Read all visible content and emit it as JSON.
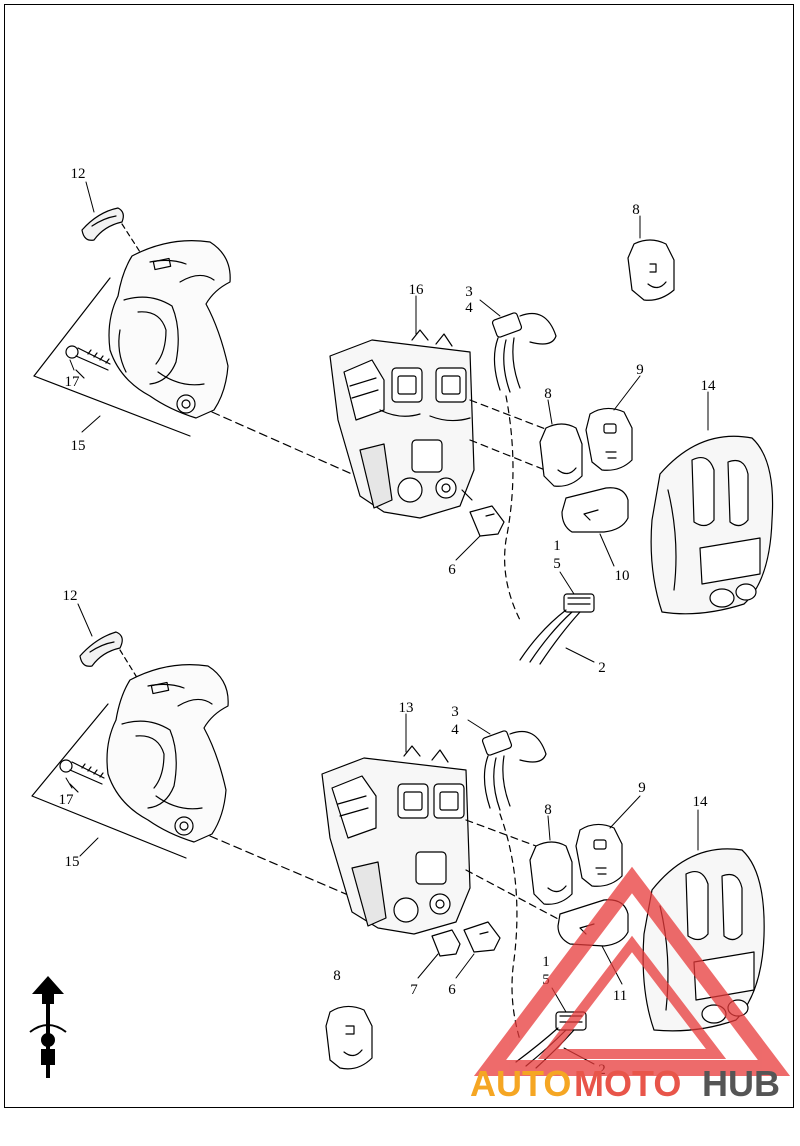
{
  "diagram": {
    "upper_assembly": {
      "callouts": [
        "12",
        "17",
        "15",
        "16",
        "3",
        "4",
        "8",
        "8",
        "9",
        "14",
        "6",
        "1",
        "5",
        "10",
        "2"
      ]
    },
    "lower_assembly": {
      "callouts": [
        "12",
        "17",
        "15",
        "13",
        "3",
        "4",
        "8",
        "9",
        "14",
        "1",
        "5",
        "11",
        "7",
        "6",
        "2",
        "8"
      ]
    }
  },
  "watermark": {
    "part1": "AUTO",
    "part2": "MOTO",
    "part3": "HUB",
    "colors": {
      "auto": "#f5a623",
      "moto": "#e8554a",
      "hub": "#555555",
      "triangle": "#e83a3a"
    }
  },
  "icons": [
    "forward-arrow-icon",
    "rider-orientation-icon"
  ]
}
